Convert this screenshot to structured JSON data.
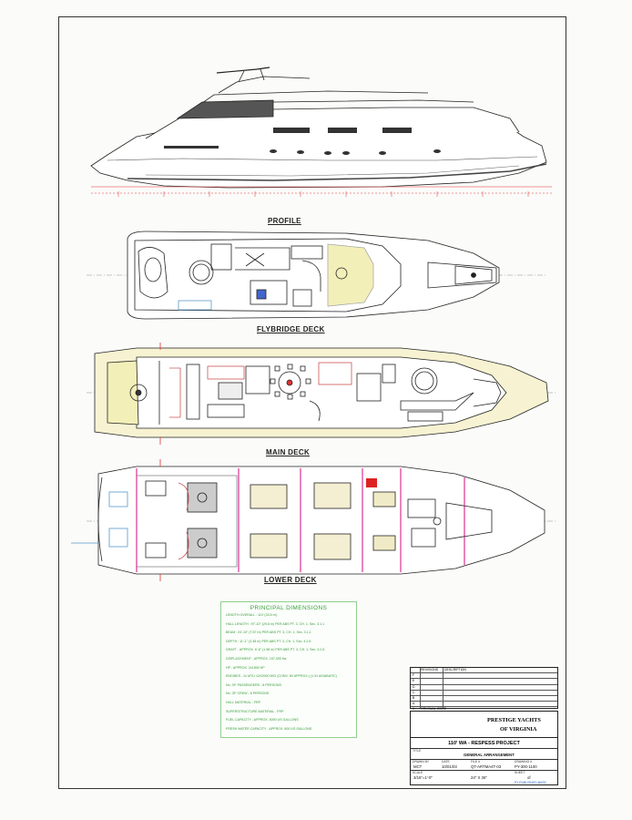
{
  "views": {
    "profile": "PROFILE",
    "flybridge": "FLYBRIDGE DECK",
    "main": "MAIN DECK",
    "lower": "LOWER DECK"
  },
  "dimensions": {
    "title": "PRINCIPAL DIMENSIONS",
    "rows": [
      "LENGTH OVERALL :  110' (33.5 m)",
      "HULL LENGTH :  97'-10\" (29.8 m)          PER ABS PT. 3, CH. 1, Sec. 3.1.1",
      "BEAM :  24'-10\" (7.57 m)                  PER ABS PT. 3, CH. 1, Sec. 3.1.1",
      "DEPTH :  11'-1\" (3.38 m)                  PER ABS PT. 3, CH. 1, Sec. 4.2.6",
      "DRAFT - APPROX. 6'-6\" (1.98 m)            PER ABS PT. 3, CH. 1, Sec. 4.2.6",
      "DISPLACEMENT - APPROX. 157,000 lbs",
      "HP - APPROX. 2x1800 HP",
      "ENGINES - 2x MTU 12V2000 M91 (CONV. W/ APPROX.) (1.91 ADIABATIC)",
      "No. OF PASSENGERS - 8 PERSONS",
      "No. OF CREW - 6 PERSONS",
      "HULL MATERIAL - FRP",
      "SUPERSTRUCTURE MATERIAL - FRP",
      "FUEL CAPACITY - APPROX. 5000 US GALLONS",
      "FRESH WATER CAPACITY - APPROX. 800 US GALLONS"
    ]
  },
  "revisions": {
    "col1": "REVISIONS",
    "col2": "DESCRIPTION",
    "letters": [
      "F",
      "E",
      "D",
      "C",
      "B",
      "A",
      "0"
    ],
    "last_desc": "ORIGINAL ISSUE"
  },
  "title_block": {
    "company_line1": "PRESTIGE YACHTS",
    "company_line2": "OF VIRGINIA",
    "project": "110' WA - RESPESS PROJECT",
    "title_label": "TITLE",
    "title": "GENERAL ARRANGEMENT",
    "drawn_label": "DRAWN BY",
    "drawn": "MCT",
    "date_label": "DATE",
    "date": "10/01/03",
    "file_label": "FILE #",
    "file": "QT-ARTMA4T-03",
    "drawing_label": "DRAWING #",
    "drawing": "PY-300-1100",
    "scale_label": "SCALE",
    "scale": "3/16\"=1'-0\"",
    "size": "24\" X 36\"",
    "sheet_label": "SHEET",
    "sheet": "of",
    "footer": "PY-PUBLISHED-BASE"
  }
}
